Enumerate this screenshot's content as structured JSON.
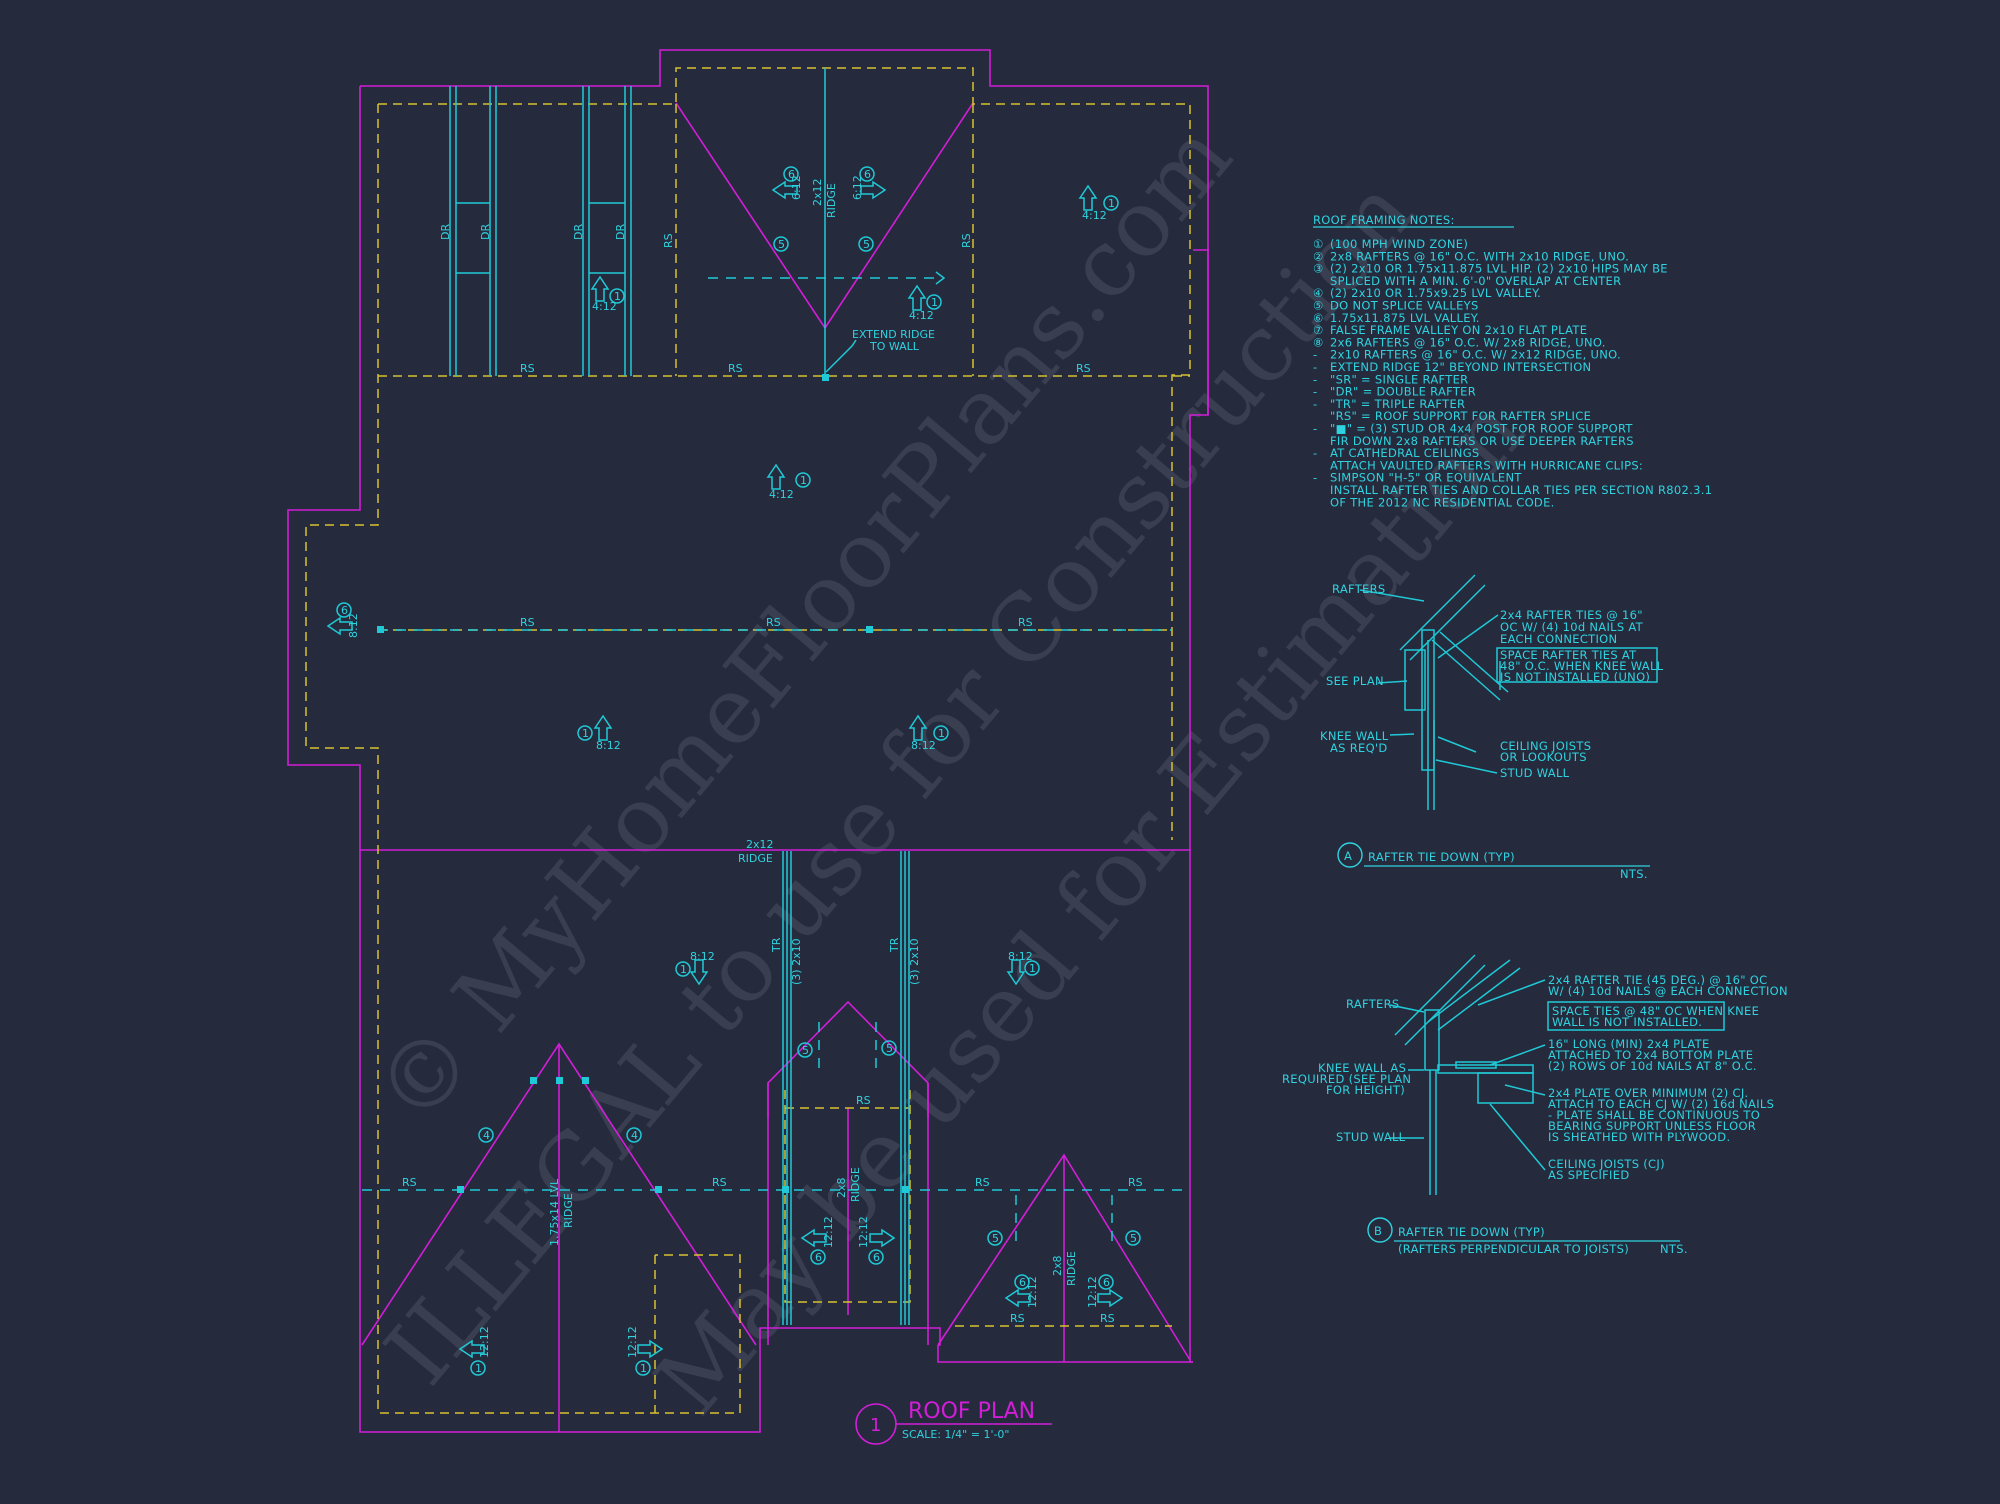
{
  "watermark": {
    "line1": "© MyHomeFloorPlans.com",
    "line2": "ILLEGAL to use for Construction",
    "line3": "May be used for Estimation"
  },
  "plan_title": {
    "number": "1",
    "title": "ROOF PLAN",
    "scale": "SCALE: 1/4\" = 1'-0\""
  },
  "plan_labels": {
    "rs": "RS",
    "dr": "DR",
    "tr": "TR",
    "ridge": "RIDGE",
    "ridge_2x12": "2x12",
    "ridge_2x8": "2x8",
    "ridge_lvl": "1.75x14 LVL",
    "extend_ridge_1": "EXTEND RIDGE",
    "extend_ridge_2": "TO WALL",
    "pitch_4": "4:12",
    "pitch_6": "6:12",
    "pitch_8": "8:12",
    "pitch_12": "12:12",
    "tr_member": "(3) 2x10",
    "tag_1": "1",
    "tag_4": "4",
    "tag_5": "5",
    "tag_6": "6"
  },
  "notes": {
    "title": "ROOF FRAMING NOTES:",
    "items": [
      "(100 MPH WIND ZONE)",
      "2x8 RAFTERS @ 16\" O.C. WITH 2x10 RIDGE, UNO.",
      "(2) 2x10 OR 1.75x11.875 LVL HIP. (2) 2x10 HIPS MAY BE",
      "SPLICED WITH A MIN. 6'-0\" OVERLAP AT CENTER",
      "(2) 2x10 OR 1.75x9.25 LVL VALLEY.",
      "DO NOT SPLICE VALLEYS",
      "1.75x11.875 LVL VALLEY.",
      "FALSE FRAME VALLEY ON 2x10 FLAT PLATE",
      "2x6 RAFTERS @ 16\" O.C. W/ 2x8 RIDGE, UNO.",
      "2x10 RAFTERS @ 16\" O.C. W/ 2x12 RIDGE, UNO.",
      "EXTEND RIDGE 12\" BEYOND INTERSECTION",
      "\"SR\" = SINGLE RAFTER",
      "\"DR\" = DOUBLE RAFTER",
      "\"TR\" = TRIPLE RAFTER",
      "\"RS\" = ROOF SUPPORT FOR RAFTER SPLICE",
      "\"■\" = (3) STUD OR 4x4 POST FOR ROOF SUPPORT",
      "FIR DOWN 2x8 RAFTERS OR USE DEEPER RAFTERS",
      "AT CATHEDRAL CEILINGS",
      "ATTACH VAULTED RAFTERS WITH HURRICANE CLIPS:",
      "SIMPSON \"H-5\" OR EQUIVALENT",
      "INSTALL RAFTER TIES AND COLLAR TIES PER SECTION R802.3.1",
      "OF THE 2012 NC RESIDENTIAL CODE."
    ],
    "markers": [
      "①",
      "②",
      "③",
      "",
      "④",
      "⑤",
      "⑥",
      "⑦",
      "⑧",
      "-",
      "-",
      "-",
      "-",
      "-",
      "",
      "-",
      "",
      "-",
      "",
      "-",
      ""
    ]
  },
  "detail_a": {
    "letter": "A",
    "title": "RAFTER TIE DOWN (TYP)",
    "nts": "NTS.",
    "rafters": "RAFTERS",
    "see_plan": "SEE PLAN",
    "knee_wall_1": "KNEE WALL",
    "knee_wall_2": "AS REQ'D",
    "ties_1": "2x4 RAFTER TIES @ 16\"",
    "ties_2": "OC W/ (4) 10d NAILS AT",
    "ties_3": "EACH CONNECTION",
    "space_1": "SPACE RAFTER TIES AT",
    "space_2": "48\" O.C. WHEN KNEE WALL",
    "space_3": "IS NOT INSTALLED (UNO)",
    "joists_1": "CEILING JOISTS",
    "joists_2": "OR LOOKOUTS",
    "stud_wall": "STUD WALL"
  },
  "detail_b": {
    "letter": "B",
    "title": "RAFTER TIE DOWN (TYP)",
    "subtitle": "(RAFTERS PERPENDICULAR TO JOISTS)",
    "nts": "NTS.",
    "rafters": "RAFTERS",
    "knee_1": "KNEE WALL AS",
    "knee_2": "REQUIRED (SEE PLAN",
    "knee_3": "FOR HEIGHT)",
    "stud_wall": "STUD WALL",
    "tie_1": "2x4 RAFTER TIE (45 DEG.) @ 16\" OC",
    "tie_2": "W/ (4) 10d NAILS @ EACH CONNECTION",
    "space_1": "SPACE TIES @ 48\" OC WHEN KNEE",
    "space_2": "WALL IS NOT INSTALLED.",
    "plate_1": "16\" LONG (MIN) 2x4 PLATE",
    "plate_2": "ATTACHED TO 2x4 BOTTOM PLATE",
    "plate_3": "(2) ROWS OF 10d NAILS AT 8\" O.C.",
    "over_1": "2x4 PLATE OVER MINIMUM (2) CJ.",
    "over_2": "ATTACH TO EACH CJ W/ (2) 16d NAILS",
    "over_3": "- PLATE SHALL BE CONTINUOUS TO",
    "over_4": "BEARING SUPPORT UNLESS FLOOR",
    "over_5": "IS SHEATHED WITH PLYWOOD.",
    "cj_1": "CEILING JOISTS (CJ)",
    "cj_2": "AS SPECIFIED"
  }
}
